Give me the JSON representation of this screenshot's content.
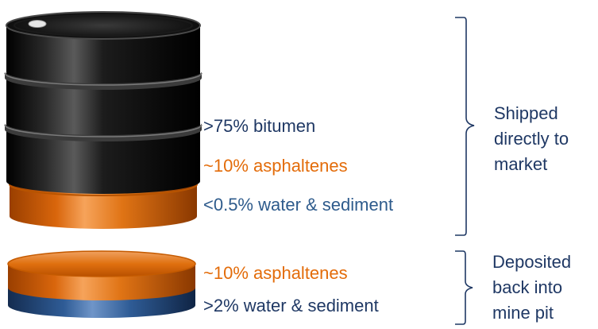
{
  "colors": {
    "bitumen": "#0b0b0b",
    "asphaltenes": "#e36c0a",
    "water_sediment": "#2e5b8c",
    "bracket": "#1f3864",
    "text_dark": "#1f3864",
    "text_orange": "#e36c0a",
    "text_blue": "#2e5b8c"
  },
  "top_barrel": {
    "labels": {
      "bitumen": ">75% bitumen",
      "asphaltenes": "~10% asphaltenes",
      "water_sediment": "<0.5% water & sediment"
    },
    "destination": {
      "line1": "Shipped",
      "line2": "directly to",
      "line3": "market"
    }
  },
  "bottom_tray": {
    "labels": {
      "asphaltenes": "~10% asphaltenes",
      "water_sediment": ">2% water & sediment"
    },
    "destination": {
      "line1": "Deposited",
      "line2": "back into",
      "line3": "mine pit"
    }
  }
}
